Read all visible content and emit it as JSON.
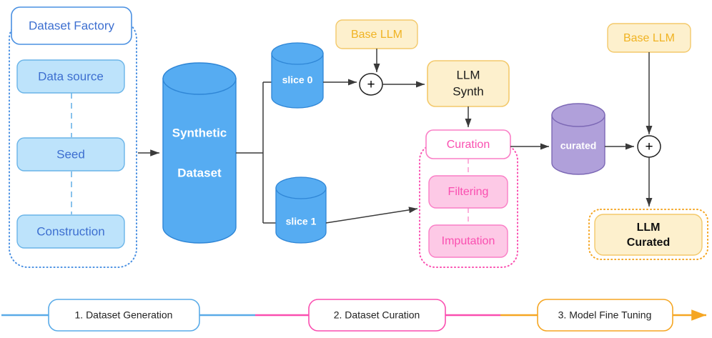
{
  "diagram": {
    "title_groups": {
      "dataset_factory": "Dataset Factory",
      "curation": "Curation"
    },
    "factory_items": [
      {
        "label": "Data source"
      },
      {
        "label": "Seed"
      },
      {
        "label": "Construction"
      }
    ],
    "cylinders": [
      {
        "name": "synthetic-dataset",
        "line1": "Synthetic",
        "line2": "Dataset"
      },
      {
        "name": "slice-0",
        "label": "slice 0"
      },
      {
        "name": "slice-1",
        "label": "slice 1"
      },
      {
        "name": "curated",
        "label": "curated"
      }
    ],
    "base_llm_top": "Base LLM",
    "base_llm_right": "Base LLM",
    "llm_synth": {
      "line1": "LLM",
      "line2": "Synth"
    },
    "llm_curated": {
      "line1": "LLM",
      "line2": "Curated"
    },
    "curation_items": [
      {
        "label": "Filtering"
      },
      {
        "label": "Imputation"
      }
    ],
    "operators": [
      {
        "name": "plus-merge-synth",
        "symbol": "+"
      },
      {
        "name": "plus-merge-finetune",
        "symbol": "+"
      }
    ],
    "legend": [
      {
        "label": "1. Dataset Generation",
        "color": "#5aabe8"
      },
      {
        "label": "2. Dataset Curation",
        "color": "#fa4fb0"
      },
      {
        "label": "3. Model Fine Tuning",
        "color": "#f5a623"
      }
    ],
    "colors": {
      "blue_fill": "#56ACF2",
      "blue_light_fill": "#bde3fb",
      "blue_stroke": "#4a90e2",
      "amber_fill": "#fdf0cd",
      "amber_stroke": "#f3c96b",
      "pink_fill": "#fdc9e6",
      "pink_stroke": "#fa4fb0",
      "purple_fill": "#b0a0da",
      "purple_stroke": "#7c68b5",
      "arrow": "#3a3a3a"
    }
  }
}
